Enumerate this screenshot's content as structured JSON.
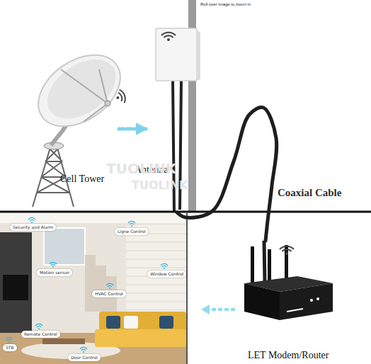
{
  "diagram": {
    "nodes": [
      {
        "text": [
          "Cell Tower"
        ]
      },
      {
        "text": [
          "Antenna"
        ]
      },
      {
        "text": [
          "LET Modem/Router"
        ]
      },
      {
        "text": [
          "Security and Alarm"
        ]
      },
      {
        "text": [
          "Ligne Control"
        ]
      },
      {
        "text": [
          "Motion sensor"
        ]
      },
      {
        "text": [
          "Window Control"
        ]
      },
      {
        "text": [
          "HVAC Control"
        ]
      },
      {
        "text": [
          "Remote Control"
        ]
      },
      {
        "text": [
          "STB"
        ]
      },
      {
        "text": [
          "Door Control"
        ]
      }
    ],
    "edges": [
      {
        "from": 0,
        "to": 1,
        "arrow": "to"
      },
      {
        "from": 1,
        "to": 2,
        "label": "Coaxial Cable",
        "arrow": "none"
      }
    ],
    "labels": [
      "Roll over image to zoom in",
      "TUOLINK",
      "TUOLINK"
    ]
  }
}
